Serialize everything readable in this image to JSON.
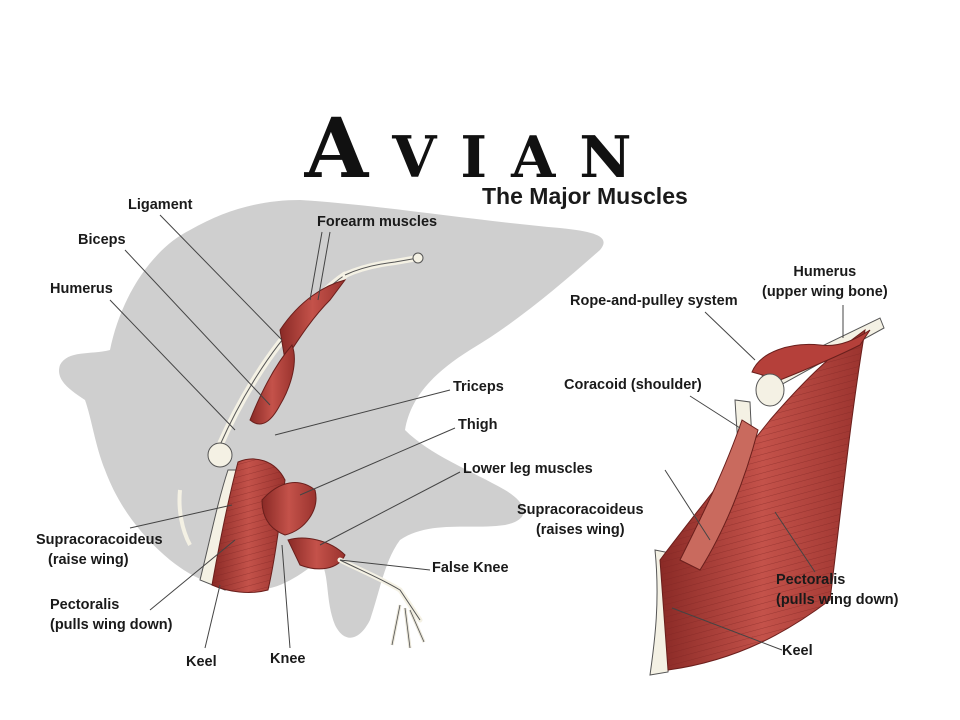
{
  "slide": {
    "title": "Avian"
  },
  "diagram": {
    "title": "The Major Muscles",
    "left_labels": {
      "ligament": "Ligament",
      "biceps": "Biceps",
      "humerus": "Humerus",
      "forearm_muscles": "Forearm muscles",
      "triceps": "Triceps",
      "thigh": "Thigh",
      "lower_leg_muscles": "Lower leg muscles",
      "supracoracoideus_line1": "Supracoracoideus",
      "supracoracoideus_line2": "(raise wing)",
      "pectoralis_line1": "Pectoralis",
      "pectoralis_line2": "(pulls wing down)",
      "false_knee": "False Knee",
      "keel": "Keel",
      "knee": "Knee"
    },
    "right_labels": {
      "humerus_line1": "Humerus",
      "humerus_line2": "(upper wing bone)",
      "rope_and_pulley": "Rope-and-pulley system",
      "coracoid": "Coracoid (shoulder)",
      "supracoracoideus_line1": "Supracoracoideus",
      "supracoracoideus_line2": "(raises wing)",
      "pectoralis_line1": "Pectoralis",
      "pectoralis_line2": "(pulls wing down)",
      "keel": "Keel"
    },
    "colors": {
      "silhouette": "#cfcfcf",
      "muscle": "#b5403a",
      "muscle_dark": "#8a2a26",
      "bone": "#f4f1e4",
      "leader_line": "#444444"
    }
  }
}
